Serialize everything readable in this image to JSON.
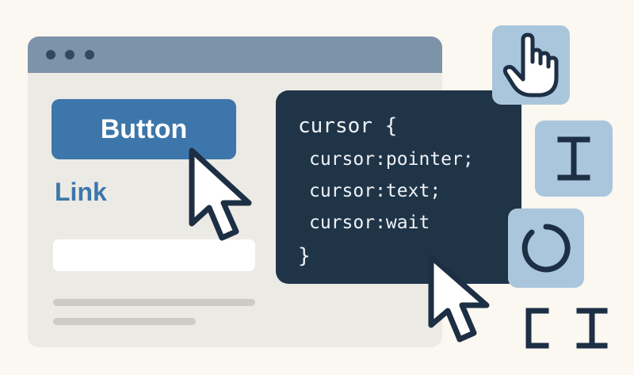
{
  "browser": {
    "button_label": "Button",
    "link_label": "Link"
  },
  "code": {
    "line1": "cursor {",
    "line2": "cursor:pointer;",
    "line3": "cursor:text;",
    "line4": "cursor:wait",
    "line5": "}"
  },
  "tiles": [
    {
      "icon": "hand-pointer-icon",
      "cursor": "pointer"
    },
    {
      "icon": "text-ibeam-icon",
      "cursor": "text"
    },
    {
      "icon": "wait-spinner-icon",
      "cursor": "wait"
    }
  ],
  "icons": {
    "arrow_cursor": "arrow-cursor-icon",
    "bracket": "bracket-icon",
    "ibeam": "ibeam-icon"
  },
  "colors": {
    "background": "#fbf7f1",
    "titlebar": "#7d93a8",
    "button": "#3d76aa",
    "code_panel": "#203448",
    "tile": "#aac6dc"
  }
}
